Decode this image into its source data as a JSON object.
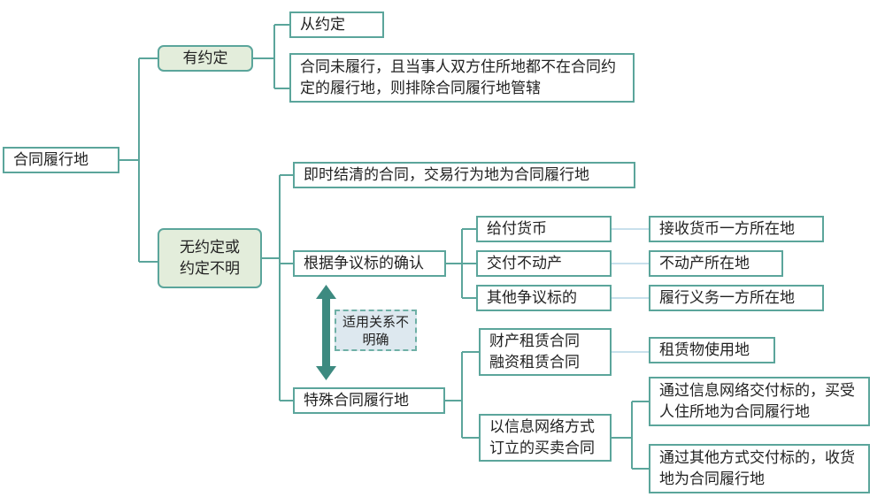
{
  "root": "合同履行地",
  "agreed": {
    "label": "有约定",
    "children": [
      "从约定",
      "合同未履行，且当事人双方住所地都不在合同约定的履行地，则排除合同履行地管辖"
    ]
  },
  "not_agreed": {
    "label": "无约定或约定不明",
    "immediate": "即时结清的合同，交易行为地为合同履行地",
    "by_subject": {
      "label": "根据争议标的确认",
      "items": [
        {
          "label": "给付货币",
          "result": "接收货币一方所在地"
        },
        {
          "label": "交付不动产",
          "result": "不动产所在地"
        },
        {
          "label": "其他争议标的",
          "result": "履行义务一方所在地"
        }
      ]
    },
    "special": {
      "label": "特殊合同履行地",
      "lease": {
        "label": "财产租赁合同\n融资租赁合同",
        "result": "租赁物使用地"
      },
      "online": {
        "label": "以信息网络方式订立的买卖合同",
        "results": [
          "通过信息网络交付标的，买受人住所地为合同履行地",
          "通过其他方式交付标的，收货地为合同履行地"
        ]
      }
    },
    "relation_note": "适用关系不明确"
  },
  "colors": {
    "border": "#5ba59b",
    "green_fill": "#e3eddb",
    "arrow": "#3d8a80",
    "note_fill": "#dde8ef"
  }
}
